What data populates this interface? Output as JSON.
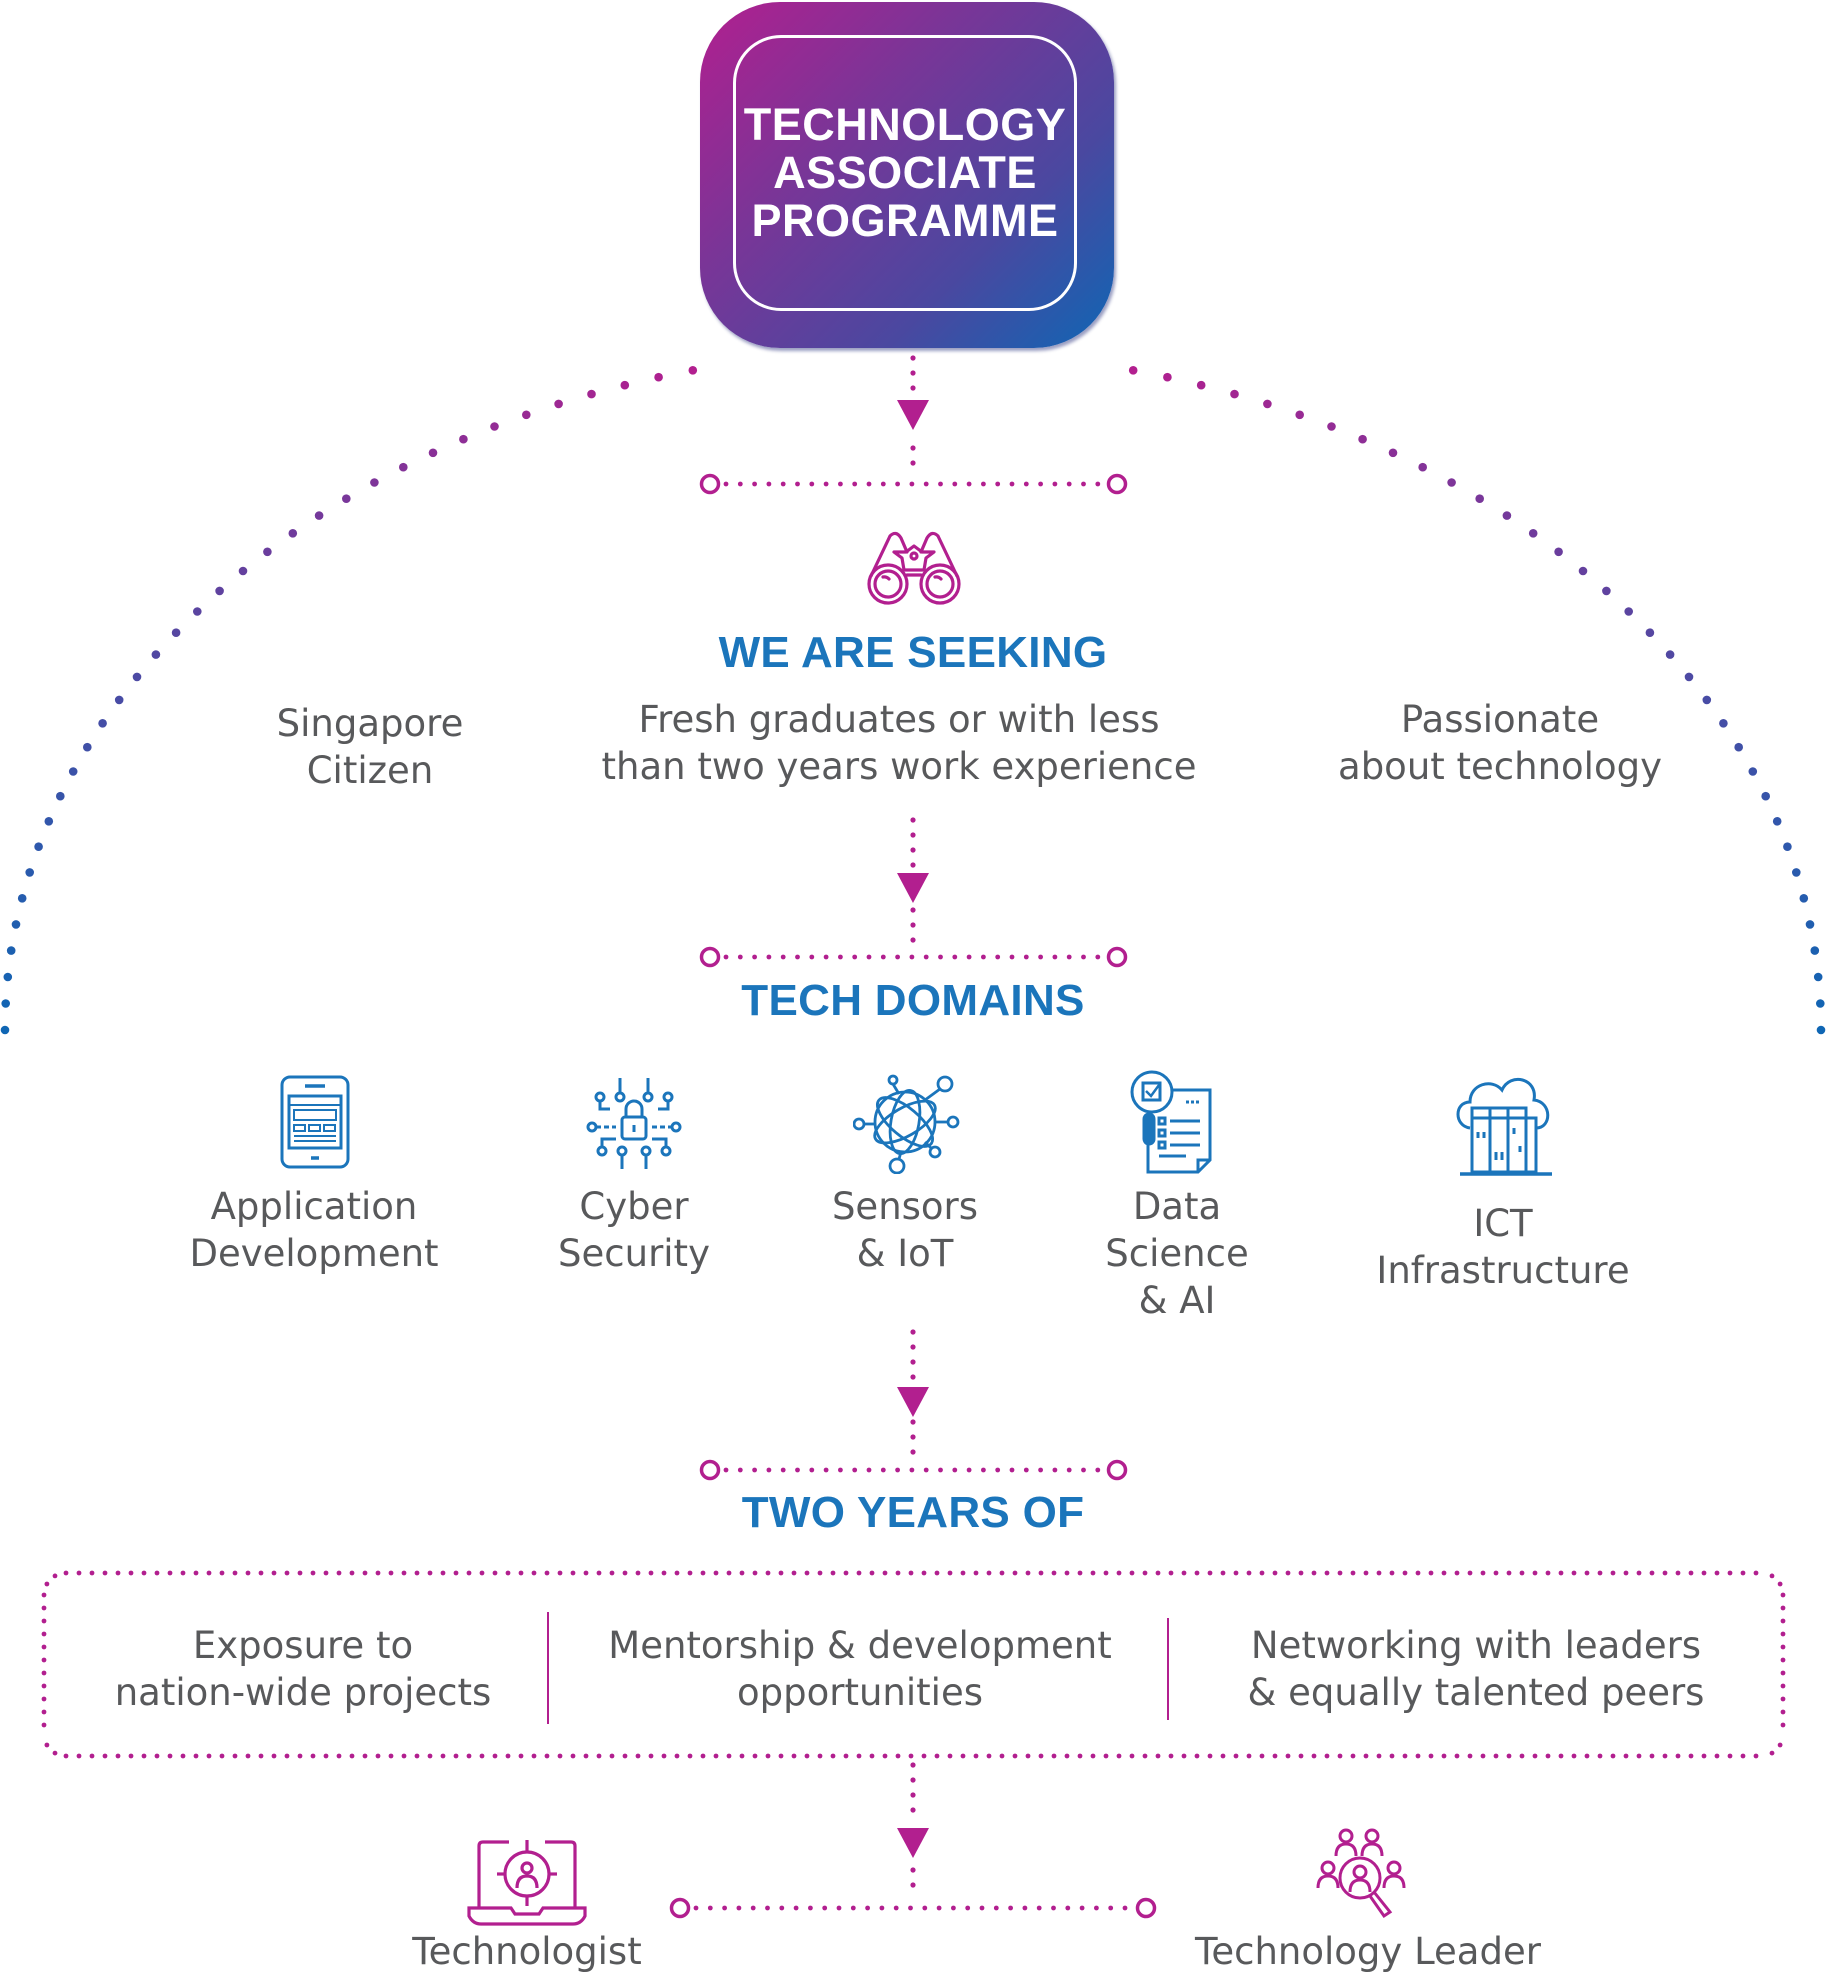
{
  "title": {
    "lines": [
      "TECHNOLOGY",
      "ASSOCIATE",
      "PROGRAMME"
    ]
  },
  "seeking": {
    "heading": "WE ARE SEEKING",
    "icon": "binoculars-icon",
    "criteria": [
      {
        "lines": [
          "Singapore",
          "Citizen"
        ]
      },
      {
        "lines": [
          "Fresh graduates or with less",
          "than two years work experience"
        ]
      },
      {
        "lines": [
          "Passionate",
          "about technology"
        ]
      }
    ]
  },
  "domains": {
    "heading": "TECH DOMAINS",
    "items": [
      {
        "icon": "mobile-app-icon",
        "lines": [
          "Application",
          "Development"
        ]
      },
      {
        "icon": "circuit-lock-icon",
        "lines": [
          "Cyber",
          "Security"
        ]
      },
      {
        "icon": "network-globe-icon",
        "lines": [
          "Sensors",
          "& IoT"
        ]
      },
      {
        "icon": "data-report-icon",
        "lines": [
          "Data",
          "Science",
          "& AI"
        ]
      },
      {
        "icon": "cloud-server-icon",
        "lines": [
          "ICT",
          "Infrastructure"
        ]
      }
    ]
  },
  "two_years": {
    "heading": "TWO YEARS OF",
    "items": [
      {
        "lines": [
          "Exposure to",
          "nation-wide projects"
        ]
      },
      {
        "lines": [
          "Mentorship & development",
          "opportunities"
        ]
      },
      {
        "lines": [
          "Networking with leaders",
          "& equally talented peers"
        ]
      }
    ]
  },
  "outcomes": [
    {
      "icon": "laptop-target-user-icon",
      "label": "Technologist"
    },
    {
      "icon": "team-search-icon",
      "label": "Technology Leader"
    }
  ],
  "colors": {
    "magenta": "#b21f8f",
    "blue": "#1b75bb",
    "text": "#58595b",
    "gradient_start": "#b21f8f",
    "gradient_end": "#0f66b4"
  }
}
